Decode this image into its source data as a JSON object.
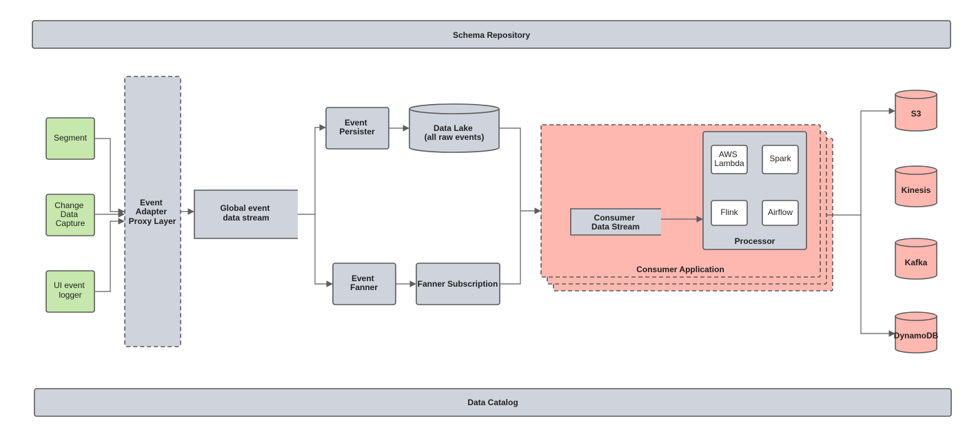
{
  "nodes": {
    "schema_repository": "Schema Repository",
    "data_catalog": "Data Catalog",
    "segment": "Segment",
    "change_data_capture": [
      "Change",
      "Data",
      "Capture"
    ],
    "ui_event_logger": [
      "UI event",
      "logger"
    ],
    "event_adapter_proxy_layer": [
      "Event",
      "Adapter",
      "Proxy Layer"
    ],
    "global_event_data_stream": [
      "Global event",
      "data stream"
    ],
    "event_persister": [
      "Event",
      "Persister"
    ],
    "data_lake": [
      "Data Lake",
      "(all raw events)"
    ],
    "event_fanner": [
      "Event",
      "Fanner"
    ],
    "fanner_subscription": "Fanner Subscription",
    "consumer_application": "Consumer Application",
    "consumer_data_stream": [
      "Consumer",
      "Data Stream"
    ],
    "processor": "Processor",
    "aws_lambda": [
      "AWS",
      "Lambda"
    ],
    "spark": "Spark",
    "flink": "Flink",
    "airflow": "Airflow",
    "s3": "S3",
    "kinesis": "Kinesis",
    "kafka": "Kafka",
    "dynamodb": "DynamoDB"
  },
  "colors": {
    "gray_fill": "#cfd4dc",
    "green_fill": "#c7e8ad",
    "pink_fill": "#ffb8b0",
    "stroke": "#5a5a5a"
  }
}
